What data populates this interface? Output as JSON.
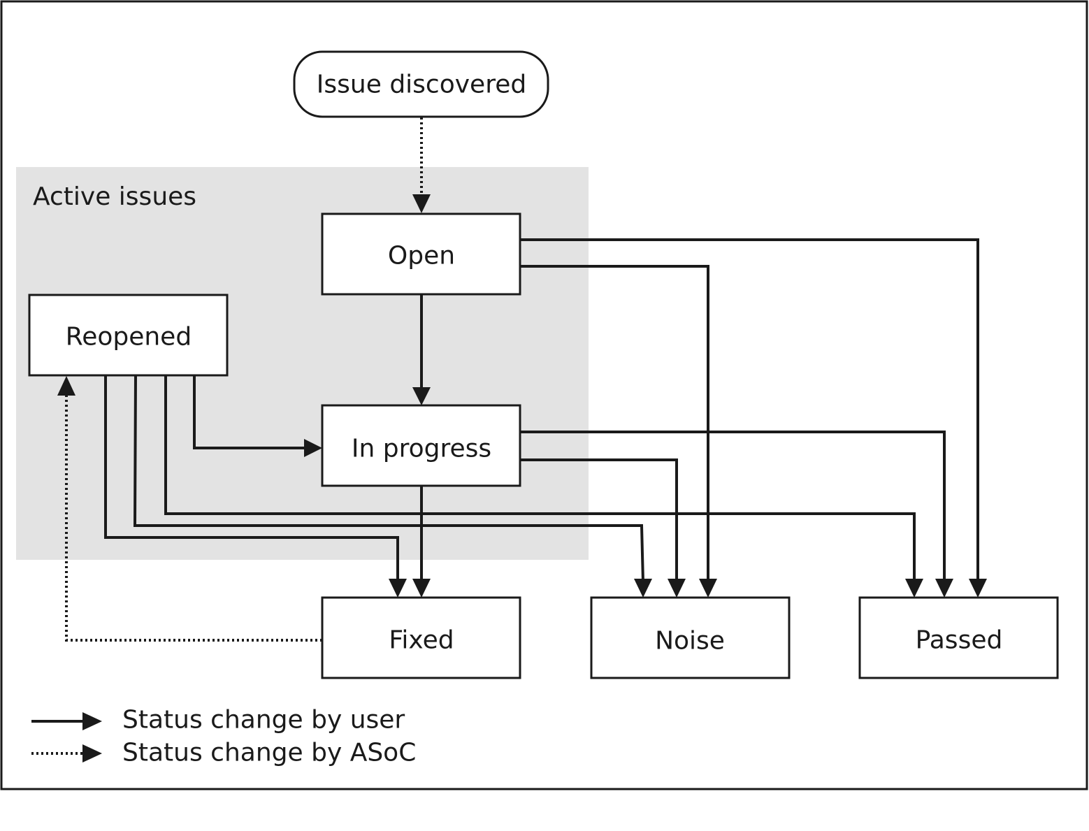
{
  "diagram": {
    "group_label": "Active issues",
    "nodes": {
      "issue_discovered": "Issue discovered",
      "open": "Open",
      "reopened": "Reopened",
      "in_progress": "In progress",
      "fixed": "Fixed",
      "noise": "Noise",
      "passed": "Passed"
    },
    "legend": {
      "user": "Status change by user",
      "asoc": "Status change by ASoC"
    },
    "colors": {
      "stroke": "#1a1a1a",
      "group_fill": "#e3e3e3",
      "node_fill": "#ffffff"
    }
  }
}
